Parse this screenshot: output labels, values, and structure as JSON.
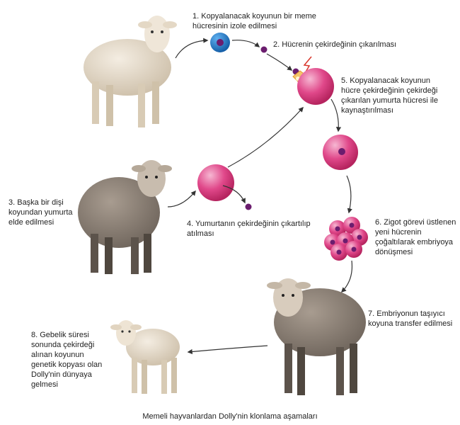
{
  "steps": [
    {
      "text": "1. Kopyalanacak koyunun bir meme hücresinin izole edilmesi"
    },
    {
      "text": "2. Hücrenin çekirdeğinin çıkarılması"
    },
    {
      "text": "3. Başka bir dişi koyundan yumurta elde edilmesi"
    },
    {
      "text": "4. Yumurtanın çekirdeğinin çıkartılıp atılması"
    },
    {
      "text": "5. Kopyalanacak koyunun hücre çekirdeğinin çekirdeği çıkarılan yumurta hücresi ile kaynaştırılması"
    },
    {
      "text": "6. Zigot görevi üstlenen yeni hücrenin çoğaltılarak embriyoya dönüşmesi"
    },
    {
      "text": "7. Embriyonun taşıyıcı koyuna transfer edilmesi"
    },
    {
      "text": "8. Gebelik süresi sonunda çekirdeği alınan koyunun genetik kopyası olan Dolly'nin dünyaya gelmesi"
    }
  ],
  "caption": "Memeli hayvanlardan Dolly'nin klonlama aşamaları",
  "colors": {
    "egg": "#d63a7a",
    "egg_highlight": "#f4a3c6",
    "nucleus": "#6b1d6e",
    "mammary_cell": "#1f78c8",
    "arrow": "#333333",
    "white_sheep": "#e8ddcc",
    "dark_sheep": "#8a7f74",
    "spark": "#d9362b"
  }
}
